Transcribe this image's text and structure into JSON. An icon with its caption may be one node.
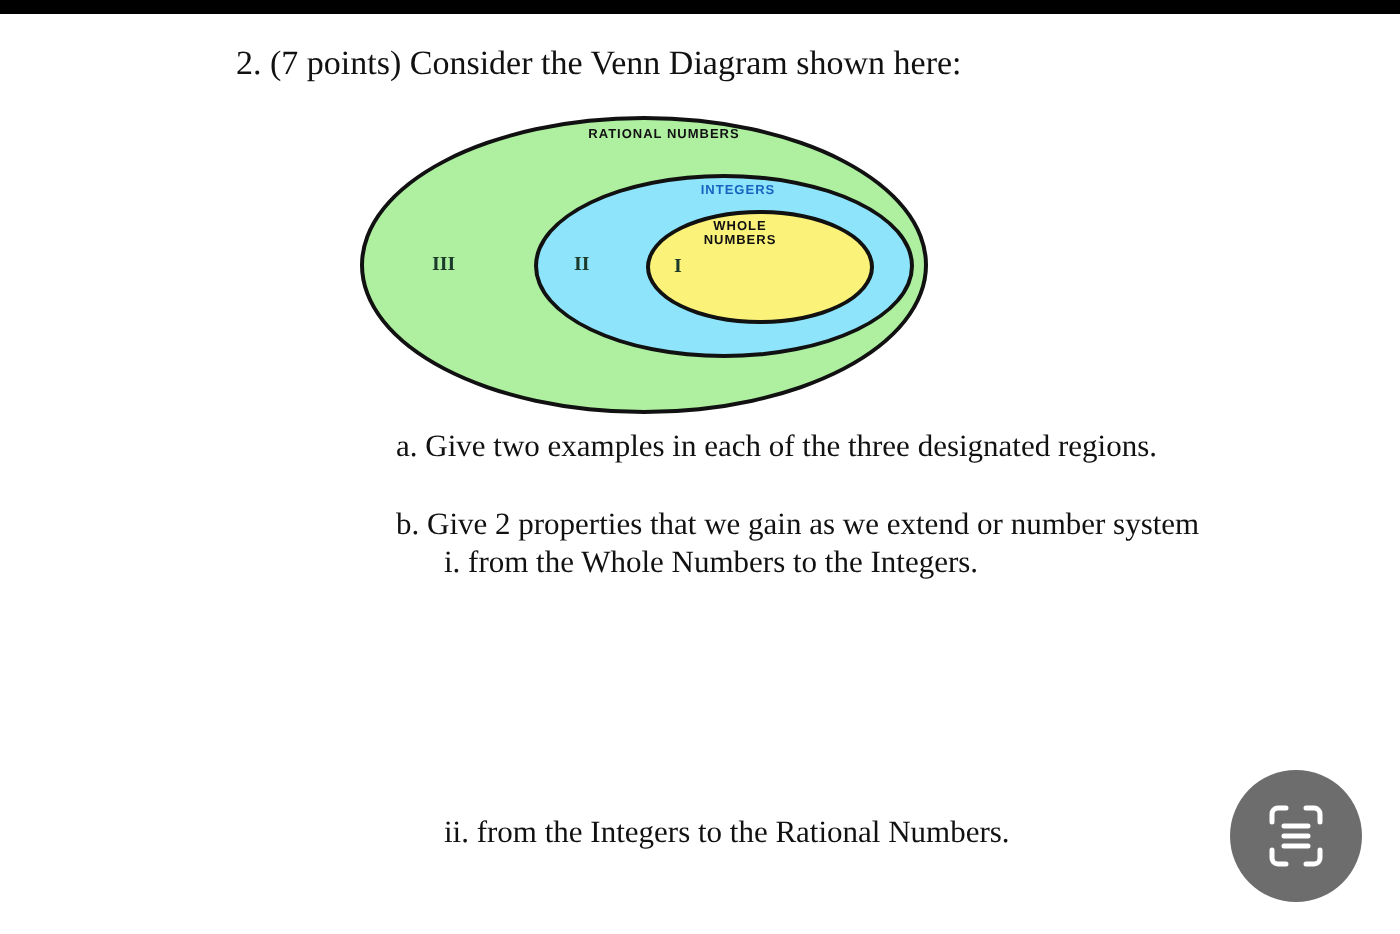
{
  "diagram": {
    "title": "2. (7 points) Consider the Venn Diagram shown here:",
    "nodes": [
      {
        "text": [
          "RATIONAL NUMBERS",
          "III"
        ]
      },
      {
        "text": [
          "INTEGERS",
          "II"
        ],
        "in": 0
      },
      {
        "text": [
          "WHOLE NUMBERS",
          "I"
        ],
        "in": 1
      }
    ],
    "labels": [
      "a. Give two examples in each of the three designated regions.",
      "b. Give 2 properties that we gain as we extend or number system",
      "i. from the Whole Numbers to the Integers.",
      "ii. from the Integers to the Rational Numbers."
    ]
  }
}
